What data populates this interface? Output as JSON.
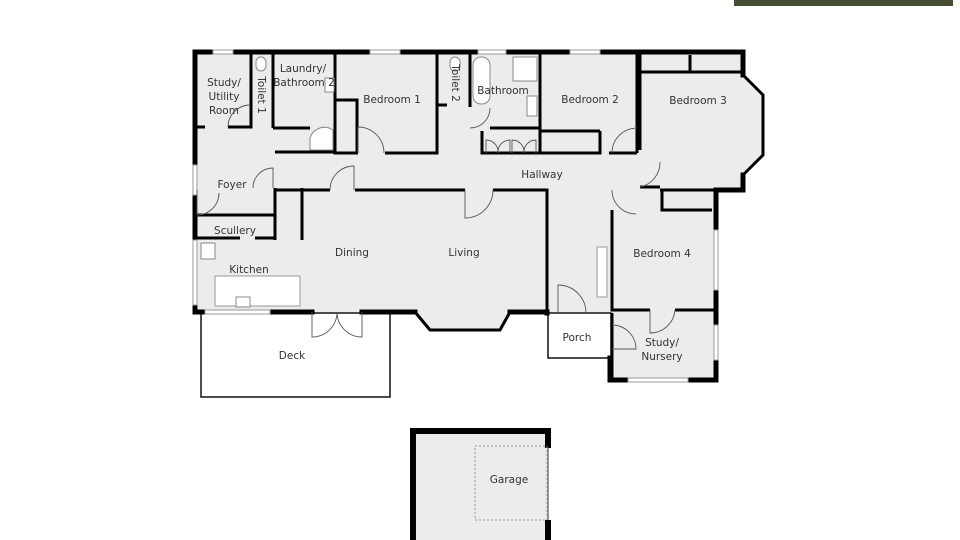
{
  "brand_bar_color": "#454d32",
  "rooms": {
    "study_utility": [
      "Study/",
      "Utility",
      "Room"
    ],
    "toilet1": "Toilet 1",
    "laundry": [
      "Laundry/",
      "Bathroom 2"
    ],
    "bedroom1": "Bedroom 1",
    "toilet2": "Toilet 2",
    "bathroom": "Bathroom",
    "bedroom2": "Bedroom 2",
    "bedroom3": "Bedroom 3",
    "foyer": "Foyer",
    "hallway": "Hallway",
    "scullery": "Scullery",
    "kitchen": "Kitchen",
    "dining": "Dining",
    "living": "Living",
    "bedroom4": "Bedroom 4",
    "porch": "Porch",
    "study_nursery": [
      "Study/",
      "Nursery"
    ],
    "deck": "Deck",
    "garage": "Garage"
  }
}
